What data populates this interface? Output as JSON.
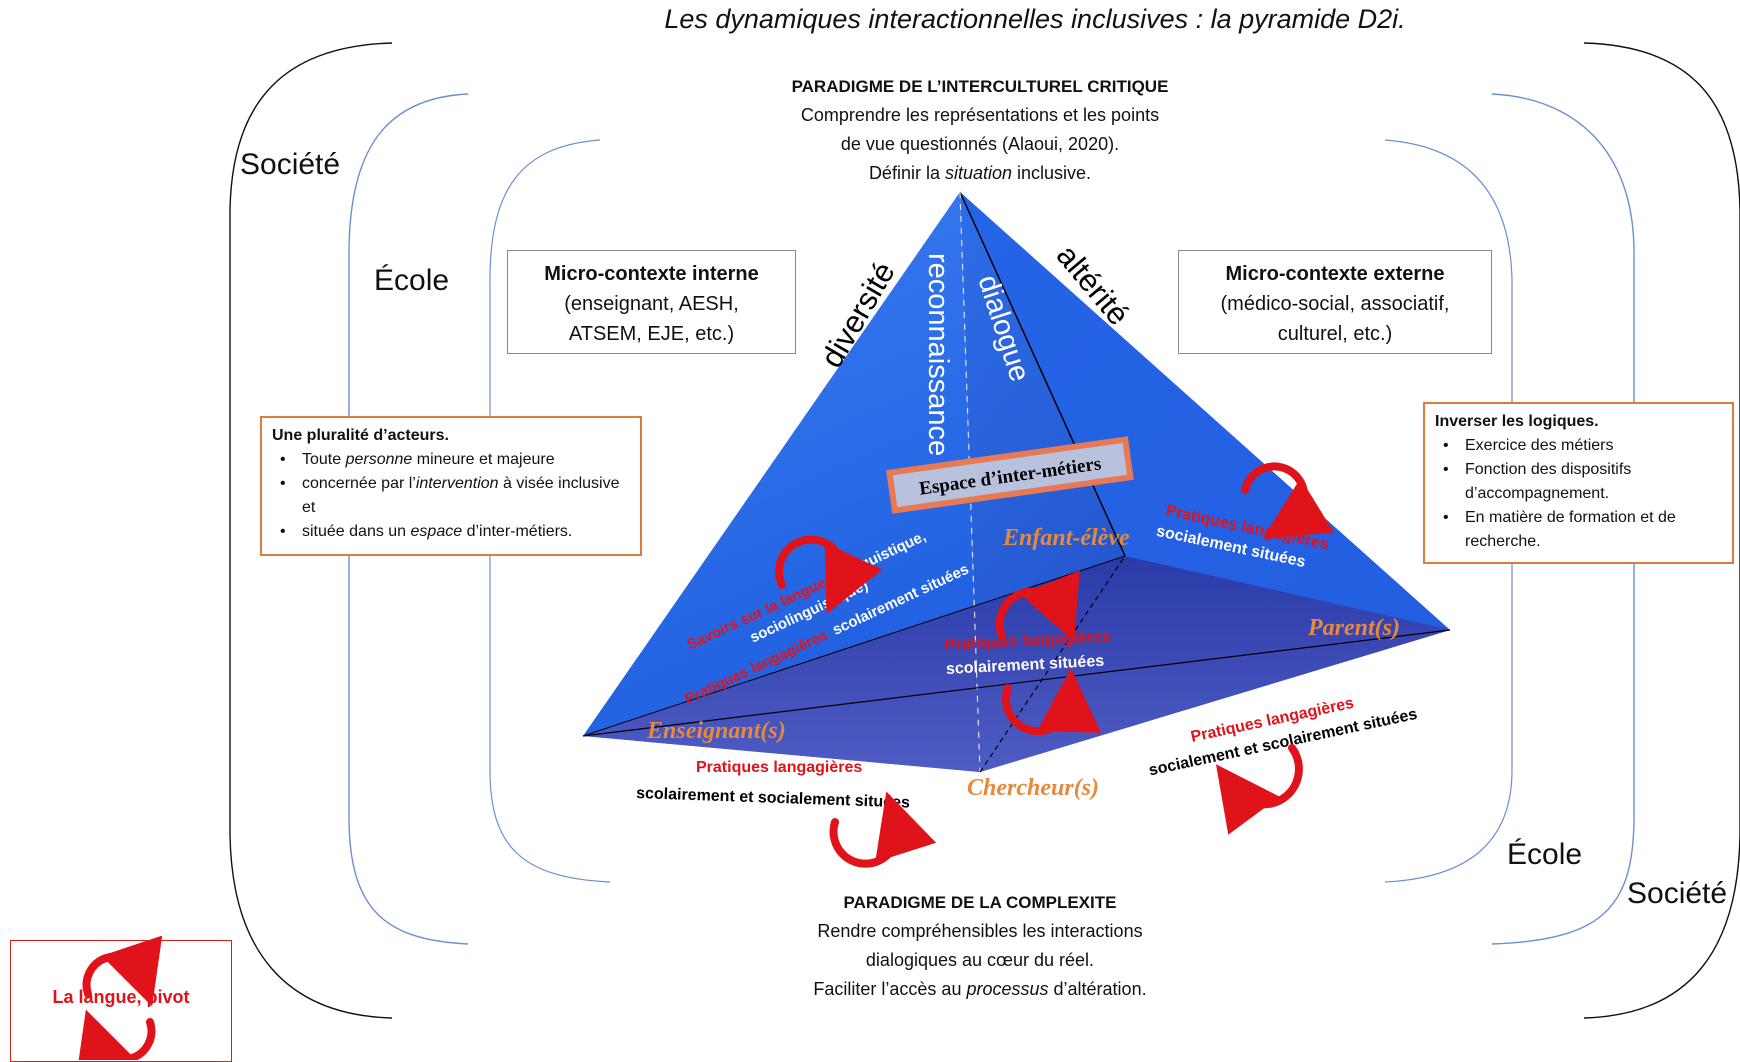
{
  "title": "Les dynamiques interactionnelles inclusives : la pyramide D2i.",
  "top_paradigm": {
    "heading": "PARADIGME DE L’INTERCULTUREL CRITIQUE",
    "line1": "Comprendre les représentations et les points",
    "line2": "de vue questionnés (Alaoui, 2020).",
    "line3_pre": "Définir la ",
    "line3_em": "situation",
    "line3_post": " inclusive."
  },
  "bottom_paradigm": {
    "heading": "PARADIGME DE LA COMPLEXITE",
    "line1": "Rendre compréhensibles les interactions",
    "line2": "dialogiques au cœur du réel.",
    "line3_pre": "Faciliter l’accès au ",
    "line3_em": "processus",
    "line3_post": " d’altération."
  },
  "labels": {
    "societe": "Société",
    "ecole": "École"
  },
  "micro_interne": {
    "heading": "Micro-contexte interne",
    "line1": "(enseignant, AESH,",
    "line2": "ATSEM, EJE, etc.)"
  },
  "micro_externe": {
    "heading": "Micro-contexte externe",
    "line1": "(médico-social, associatif,",
    "line2": "culturel, etc.)"
  },
  "pluralite": {
    "heading": "Une pluralité d’acteurs.",
    "b1_pre": "Toute ",
    "b1_em": "personne",
    "b1_post": " mineure et majeure",
    "b2_pre": "concernée par l’",
    "b2_em": "intervention",
    "b2_post": " à visée inclusive et",
    "b3_pre": "située dans un ",
    "b3_em": "espace",
    "b3_post": " d’inter-métiers."
  },
  "inverser": {
    "heading": "Inverser les logiques.",
    "b1": "Exercice des métiers",
    "b2": "Fonction des dispositifs d’accompagnement.",
    "b3": "En matière de formation et de recherche."
  },
  "edges": {
    "diversite": "diversité",
    "alterite": "altérité",
    "reconnaissance": "reconnaissance",
    "dialogue": "dialogue"
  },
  "espace": "Espace d’inter-métiers",
  "actors": {
    "enfant": "Enfant-élève",
    "parent": "Parent(s)",
    "enseignant": "Enseignant(s)",
    "chercheur": "Chercheur(s)"
  },
  "practices": {
    "left_face_red": "Savoirs sur la langue",
    "left_face_white1": "(linguistique,",
    "left_face_white2": "sociolinguistique)",
    "left_face_red2": "Pratiques langagières",
    "left_face_white3": "scolairement situées",
    "right_face_red": "Pratiques langagières",
    "right_face_white": "socialement situées",
    "center_red": "Pratiques langagières",
    "center_white": "scolairement situées",
    "bottom_left_red": "Pratiques langagières",
    "bottom_left_black": "scolairement et socialement situées",
    "bottom_right_red": "Pratiques langagières",
    "bottom_right_black": "socialement et scolairement situées"
  },
  "pivot": "La langue, pivot",
  "colors": {
    "face_light": "#2f76f0",
    "face_dark": "#1f3fb0",
    "base": "#3a48b8",
    "red": "#e0131b",
    "orange": "#e8883a",
    "arc_blue": "#6d8fd0"
  }
}
